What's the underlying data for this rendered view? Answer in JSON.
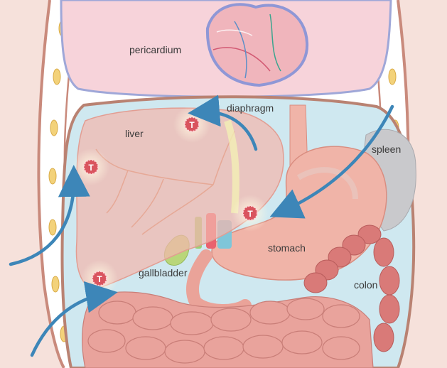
{
  "labels": {
    "pericardium": "pericardium",
    "diaphragm": "diaphragm",
    "liver": "liver",
    "spleen": "spleen",
    "stomach": "stomach",
    "gallbladder": "gallbladder",
    "colon": "colon"
  },
  "tumor_marker": "T",
  "colors": {
    "skin": "#f4d7cf",
    "rib_wall": "#c98a7c",
    "thorax": "#f7d3da",
    "thorax_outline": "#9fa7d8",
    "abdomen_fill": "#cfe8f0",
    "liver": "#f3b7ad",
    "stomach": "#f0b4a8",
    "intestine": "#e9a39c",
    "colon": "#d97a78",
    "spleen": "#c9c9cc",
    "gallbladder": "#b9d67a",
    "arrow": "#3d86b8",
    "tumor": "#d9545e"
  }
}
